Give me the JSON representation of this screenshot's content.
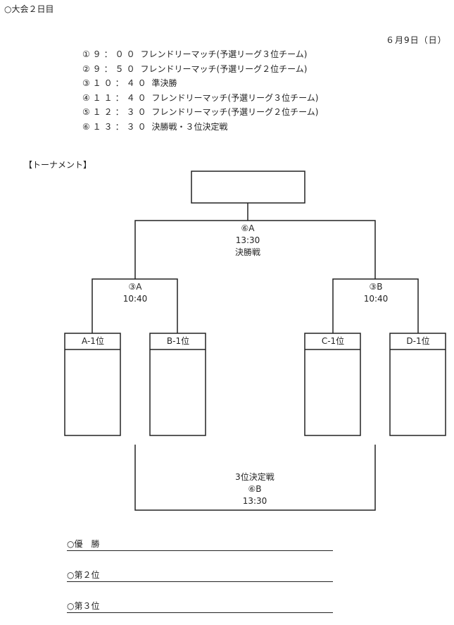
{
  "header": {
    "title": "○大会２日目",
    "date": "６月9日（日）"
  },
  "schedule": [
    {
      "no": "①",
      "time": "９：００",
      "event": "フレンドリーマッチ(予選リーグ３位チーム)"
    },
    {
      "no": "②",
      "time": "９：５０",
      "event": "フレンドリーマッチ(予選リーグ２位チーム)"
    },
    {
      "no": "③",
      "time": "１０：４０",
      "event": "準決勝"
    },
    {
      "no": "④",
      "time": "１１：４０",
      "event": "フレンドリーマッチ(予選リーグ３位チーム)"
    },
    {
      "no": "⑤",
      "time": "１２：３０",
      "event": "フレンドリーマッチ(予選リーグ２位チーム)"
    },
    {
      "no": "⑥",
      "time": "１３：３０",
      "event": "決勝戦・３位決定戦"
    }
  ],
  "tournament": {
    "label": "【トーナメント】",
    "final": {
      "code": "⑥A",
      "time": "13:30",
      "name": "決勝戦"
    },
    "semi_left": {
      "code": "③A",
      "time": "10:40"
    },
    "semi_right": {
      "code": "③B",
      "time": "10:40"
    },
    "third_place": {
      "name": "3位決定戦",
      "code": "⑥B",
      "time": "13:30"
    },
    "teams": [
      "A-1位",
      "B-1位",
      "C-1位",
      "D-1位"
    ]
  },
  "results": {
    "winner": "○優　勝",
    "second": "○第２位",
    "third": "○第３位"
  }
}
